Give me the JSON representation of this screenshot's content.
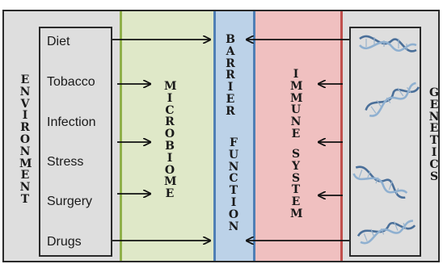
{
  "labels": {
    "environment": "ENVIRONMENT",
    "microbiome": "MICROBIOME",
    "barrier_line1": "BARRIER",
    "barrier_line2": "FUNCTION",
    "immune_line1": "IMMUNE",
    "immune_line2": "SYSTEM",
    "genetics": "GENETICS"
  },
  "environment_items": [
    "Diet",
    "Tobacco",
    "Infection",
    "Stress",
    "Surgery",
    "Drugs"
  ],
  "colors": {
    "microbiome": "#dfe8c8",
    "barrier": "#bcd2e8",
    "immune": "#f0c0c0",
    "background": "#dedede"
  },
  "icons": [
    "dna-helix-icon",
    "dna-helix-icon",
    "dna-helix-icon",
    "dna-helix-icon"
  ]
}
